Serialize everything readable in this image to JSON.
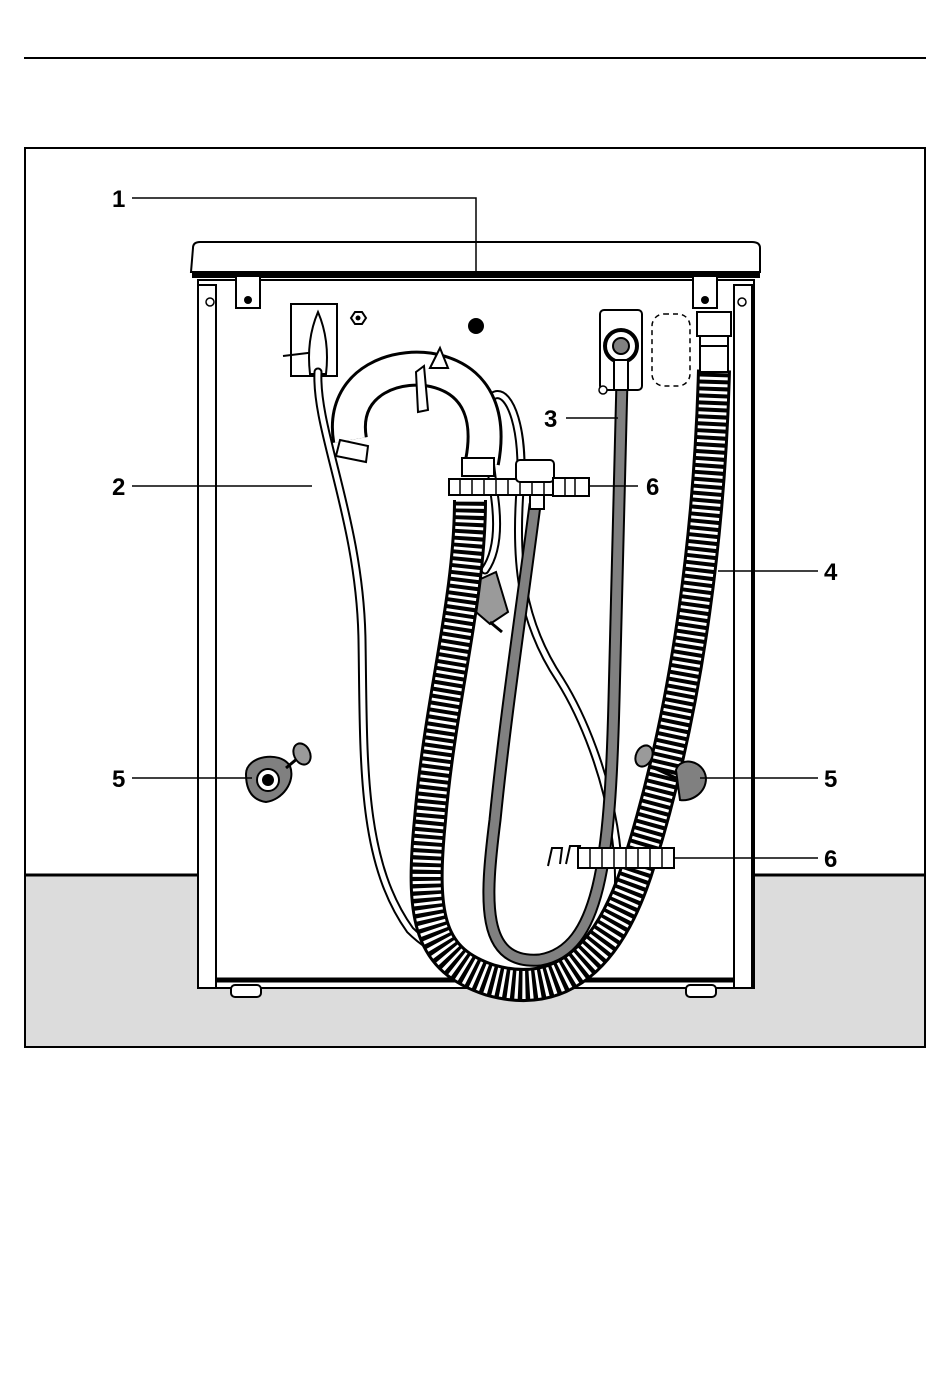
{
  "callouts": [
    {
      "id": "lid",
      "number": "1"
    },
    {
      "id": "cable",
      "number": "2"
    },
    {
      "id": "inlet",
      "number": "3"
    },
    {
      "id": "drain",
      "number": "4"
    },
    {
      "id": "transit-left",
      "number": "5"
    },
    {
      "id": "transit-right",
      "number": "5"
    },
    {
      "id": "holder-top",
      "number": "6"
    },
    {
      "id": "holder-bottom",
      "number": "6"
    }
  ],
  "colors": {
    "floor": "#dcdcdc",
    "outline": "#000000",
    "inlet_hose": "#808080",
    "plug": "#9a9a9a"
  }
}
